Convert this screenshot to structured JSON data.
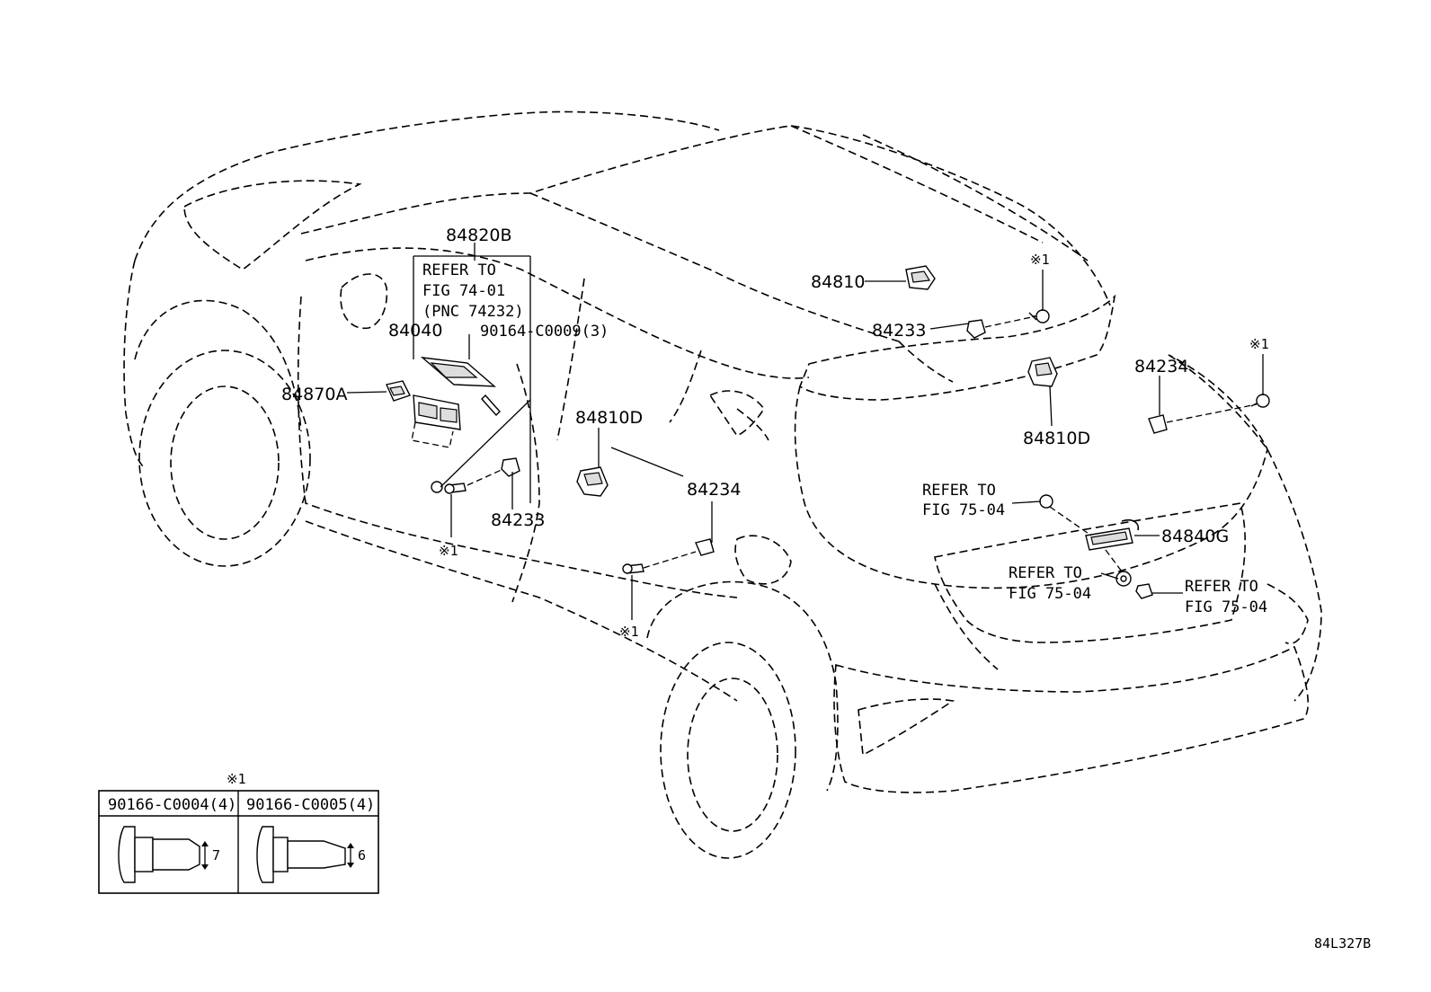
{
  "diagram_id": "84L327B",
  "note_mark": "※1",
  "callouts": {
    "c84820B": "84820B",
    "c84040": "84040",
    "c84870A": "84870A",
    "c90164": "90164-C0009(3)",
    "c84810D_left": "84810D",
    "c84233_left": "84233",
    "c84234_left": "84234",
    "c84810": "84810",
    "c84233_right": "84233",
    "c84810D_right": "84810D",
    "c84234_right": "84234",
    "c84840G": "84840G"
  },
  "refer_blocks": {
    "fig74_line1": "REFER TO",
    "fig74_line2": "FIG 74-01",
    "fig74_line3": "(PNC 74232)",
    "fig75a_line1": "REFER TO",
    "fig75a_line2": "FIG 75-04",
    "fig75b_line1": "REFER TO",
    "fig75b_line2": "FIG 75-04",
    "fig75c_line1": "REFER TO",
    "fig75c_line2": "FIG 75-04"
  },
  "marks": {
    "m1": "※1",
    "m2": "※1",
    "m3": "※1",
    "m4": "※1"
  },
  "legend": {
    "title": "※1",
    "col1_part": "90166-C0004(4)",
    "col1_dim": "7",
    "col2_part": "90166-C0005(4)",
    "col2_dim": "6"
  }
}
